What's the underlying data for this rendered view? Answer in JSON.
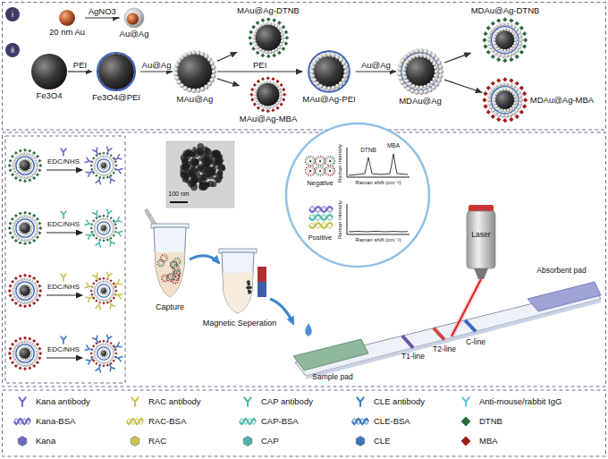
{
  "diagram": {
    "nodes": [
      {
        "text": [
          "i"
        ]
      },
      {
        "text": [
          "20 nm Au"
        ]
      },
      {
        "text": [
          "Au@Ag"
        ]
      },
      {
        "text": [
          "ii"
        ]
      },
      {
        "text": [
          "Fe3O4"
        ]
      },
      {
        "text": [
          "Fe3O4@PEI"
        ]
      },
      {
        "text": [
          "MAu@Ag"
        ]
      },
      {
        "text": [
          "MAu@Ag-DTNB"
        ]
      },
      {
        "text": [
          "MAu@Ag-MBA"
        ]
      },
      {
        "text": [
          "MAu@Ag-PEI"
        ]
      },
      {
        "text": [
          "MDAu@Ag"
        ]
      },
      {
        "text": [
          "MDAu@Ag-DTNB"
        ]
      },
      {
        "text": [
          "MDAu@Ag-MBA"
        ]
      }
    ],
    "edges": [
      {
        "from": 1,
        "to": 2,
        "arrow": "to",
        "label": "AgNO3"
      },
      {
        "from": 4,
        "to": 5,
        "arrow": "to",
        "label": "PEI"
      },
      {
        "from": 5,
        "to": 6,
        "arrow": "to",
        "label": "Au@Ag"
      },
      {
        "from": 6,
        "to": 7,
        "arrow": "to"
      },
      {
        "from": 6,
        "to": 8,
        "arrow": "to"
      },
      {
        "from": 6,
        "to": 9,
        "arrow": "to",
        "label": "PEI"
      },
      {
        "from": 9,
        "to": 10,
        "arrow": "to",
        "label": "Au@Ag"
      },
      {
        "from": 10,
        "to": 11,
        "arrow": "to"
      },
      {
        "from": 10,
        "to": 12,
        "arrow": "to"
      }
    ],
    "labels": [
      "EDC/NHS",
      "EDC/NHS",
      "EDC/NHS",
      "EDC/NHS",
      "100 nm",
      "DTNB",
      "MBA",
      "Raman intensity",
      "Raman shift (cm⁻¹)",
      "Negative",
      "Raman intensity",
      "Raman shift (cm⁻¹)",
      "Positive",
      "Laser",
      "Capture",
      "Magnetic Seperation",
      "Absorbent pad",
      "C-line",
      "T2-line",
      "T1-line",
      "Sample pad"
    ],
    "legend": [
      {
        "text": "Kana antibody"
      },
      {
        "text": "RAC antibody"
      },
      {
        "text": "CAP antibody"
      },
      {
        "text": "CLE antibody"
      },
      {
        "text": "Anti-mouse/rabbit IgG"
      },
      {
        "text": "Kana-BSA"
      },
      {
        "text": "RAC-BSA"
      },
      {
        "text": "CAP-BSA"
      },
      {
        "text": "CLE-BSA"
      },
      {
        "text": "DTNB"
      },
      {
        "text": "Kana"
      },
      {
        "text": "RAC"
      },
      {
        "text": "CAP"
      },
      {
        "text": "CLE"
      },
      {
        "text": "MBA"
      }
    ]
  }
}
